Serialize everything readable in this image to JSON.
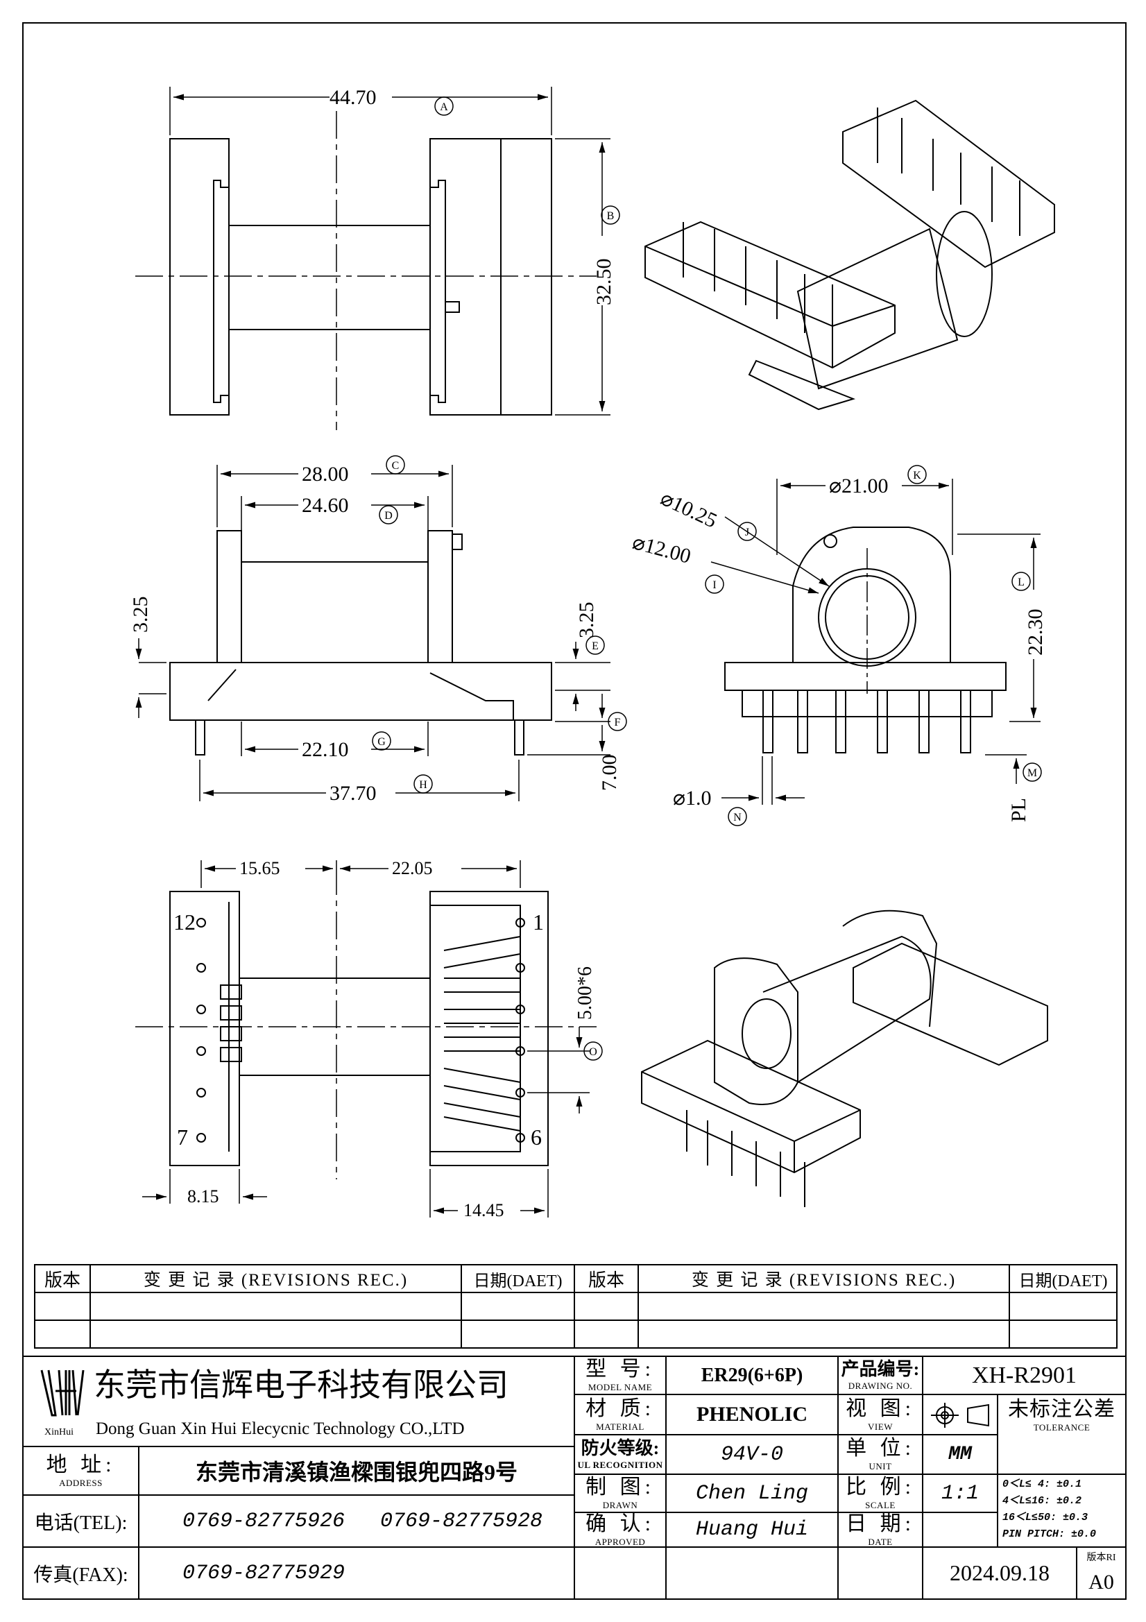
{
  "dimensions": {
    "overall_length": "44.70",
    "overall_height": "32.50",
    "flange_width_outer": "28.00",
    "flange_width_inner": "24.60",
    "flange_thickness_left": "3.25",
    "flange_thickness_right": "3.25",
    "winding_width": "22.10",
    "pin_span": "37.70",
    "pin_length": "7.00",
    "flange_diameter": "⌀21.00",
    "core_outer_dia": "⌀12.00",
    "core_inner_dia": "⌀10.25",
    "height_total": "22.30",
    "pin_diameter": "⌀1.0",
    "pin_length_label": "PL",
    "left_pin_offset": "15.65",
    "right_pin_offset": "22.05",
    "pin_pitch": "5.00*6",
    "left_base": "8.15",
    "right_base": "14.45"
  },
  "markers": [
    "A",
    "B",
    "C",
    "D",
    "E",
    "F",
    "G",
    "H",
    "I",
    "J",
    "K",
    "L",
    "M",
    "N",
    "O"
  ],
  "pin_labels": {
    "p1": "1",
    "p6": "6",
    "p7": "7",
    "p12": "12"
  },
  "revisions": {
    "col_version": "版本",
    "col_changes": "变 更 记 录  (REVISIONS REC.)",
    "col_date": "日期(DAET)"
  },
  "title_block": {
    "company_cn": "东莞市信辉电子科技有限公司",
    "company_en": "Dong Guan Xin Hui Elecycnic Technology CO.,LTD",
    "logo_text": "XinHui",
    "address_label_cn": "地 址:",
    "address_label_en": "ADDRESS",
    "address_value": "东莞市清溪镇渔樑围银兜四路9号",
    "tel_label": "电话(TEL):",
    "tel_value_1": "0769-82775926",
    "tel_value_2": "0769-82775928",
    "fax_label": "传真(FAX):",
    "fax_value": "0769-82775929",
    "model_label_cn": "型 号:",
    "model_label_en": "MODEL NAME",
    "model_value": "ER29(6+6P)",
    "material_label_cn": "材 质:",
    "material_label_en": "MATERIAL",
    "material_value": "PHENOLIC",
    "ul_label_cn": "防火等级:",
    "ul_label_en": "UL RECOGNITION",
    "ul_value": "94V-0",
    "drawn_label_cn": "制 图:",
    "drawn_label_en": "DRAWN",
    "drawn_value": "Chen Ling",
    "approved_label_cn": "确 认:",
    "approved_label_en": "APPROVED",
    "approved_value": "Huang Hui",
    "drawing_no_label_cn": "产品编号:",
    "drawing_no_label_en": "DRAWING NO.",
    "drawing_no_value": "XH-R2901",
    "view_label_cn": "视 图:",
    "view_label_en": "VIEW",
    "unit_label_cn": "单 位:",
    "unit_label_en": "UNIT",
    "unit_value": "MM",
    "scale_label_cn": "比 例:",
    "scale_label_en": "SCALE",
    "scale_value": "1:1",
    "date_label_cn": "日 期:",
    "date_label_en": "DATE",
    "date_value": "2024.09.18",
    "tolerance_title_cn": "未标注公差",
    "tolerance_title_en": "TOLERANCE",
    "tol_1": "0＜L≤ 4:   ±0.1",
    "tol_2": "4＜L≤16:   ±0.2",
    "tol_3": "16＜L≤50:  ±0.3",
    "tol_4": "PIN PITCH:  ±0.0",
    "version_label": "版本RI",
    "version_value": "A0"
  },
  "colors": {
    "line": "#000000",
    "center_line": "#000000",
    "background": "#ffffff"
  }
}
